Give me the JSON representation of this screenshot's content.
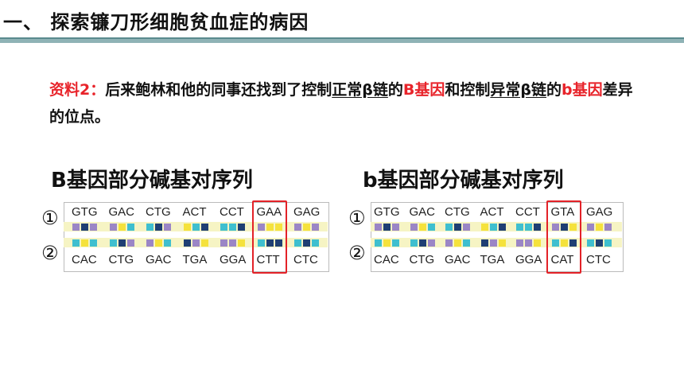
{
  "header": {
    "title": "一、 探索镰刀形细胞贫血症的病因"
  },
  "material": {
    "label": "资料2：",
    "t1": "后来鲍林和他的同事还找到了控制",
    "t2": "正常β链",
    "t3": "的",
    "t4": "B基因",
    "t5": "和控制",
    "t6": "异常β链",
    "t7": "的",
    "t8": "b基因",
    "t9": "差异的位点。"
  },
  "panels": [
    {
      "title": "B基因部分碱基对序列",
      "marker1": "①",
      "marker2": "②",
      "top_codons": [
        "GTG",
        "GAC",
        "CTG",
        "ACT",
        "CCT",
        "GAA",
        "GAG"
      ],
      "bottom_codons": [
        "CAC",
        "CTG",
        "GAC",
        "TGA",
        "GGA",
        "CTT",
        "CTC"
      ]
    },
    {
      "title": "b基因部分碱基对序列",
      "marker1": "①",
      "marker2": "②",
      "top_codons": [
        "GTG",
        "GAC",
        "CTG",
        "ACT",
        "CCT",
        "GTA",
        "GAG"
      ],
      "bottom_codons": [
        "CAC",
        "CTG",
        "GAC",
        "TGA",
        "GGA",
        "CAT",
        "CTC"
      ]
    }
  ],
  "colors": {
    "accent_red": "#e32228",
    "A": "#f5e23c",
    "T": "#1f3f73",
    "G": "#9b86c6",
    "C": "#3fbfcf"
  }
}
